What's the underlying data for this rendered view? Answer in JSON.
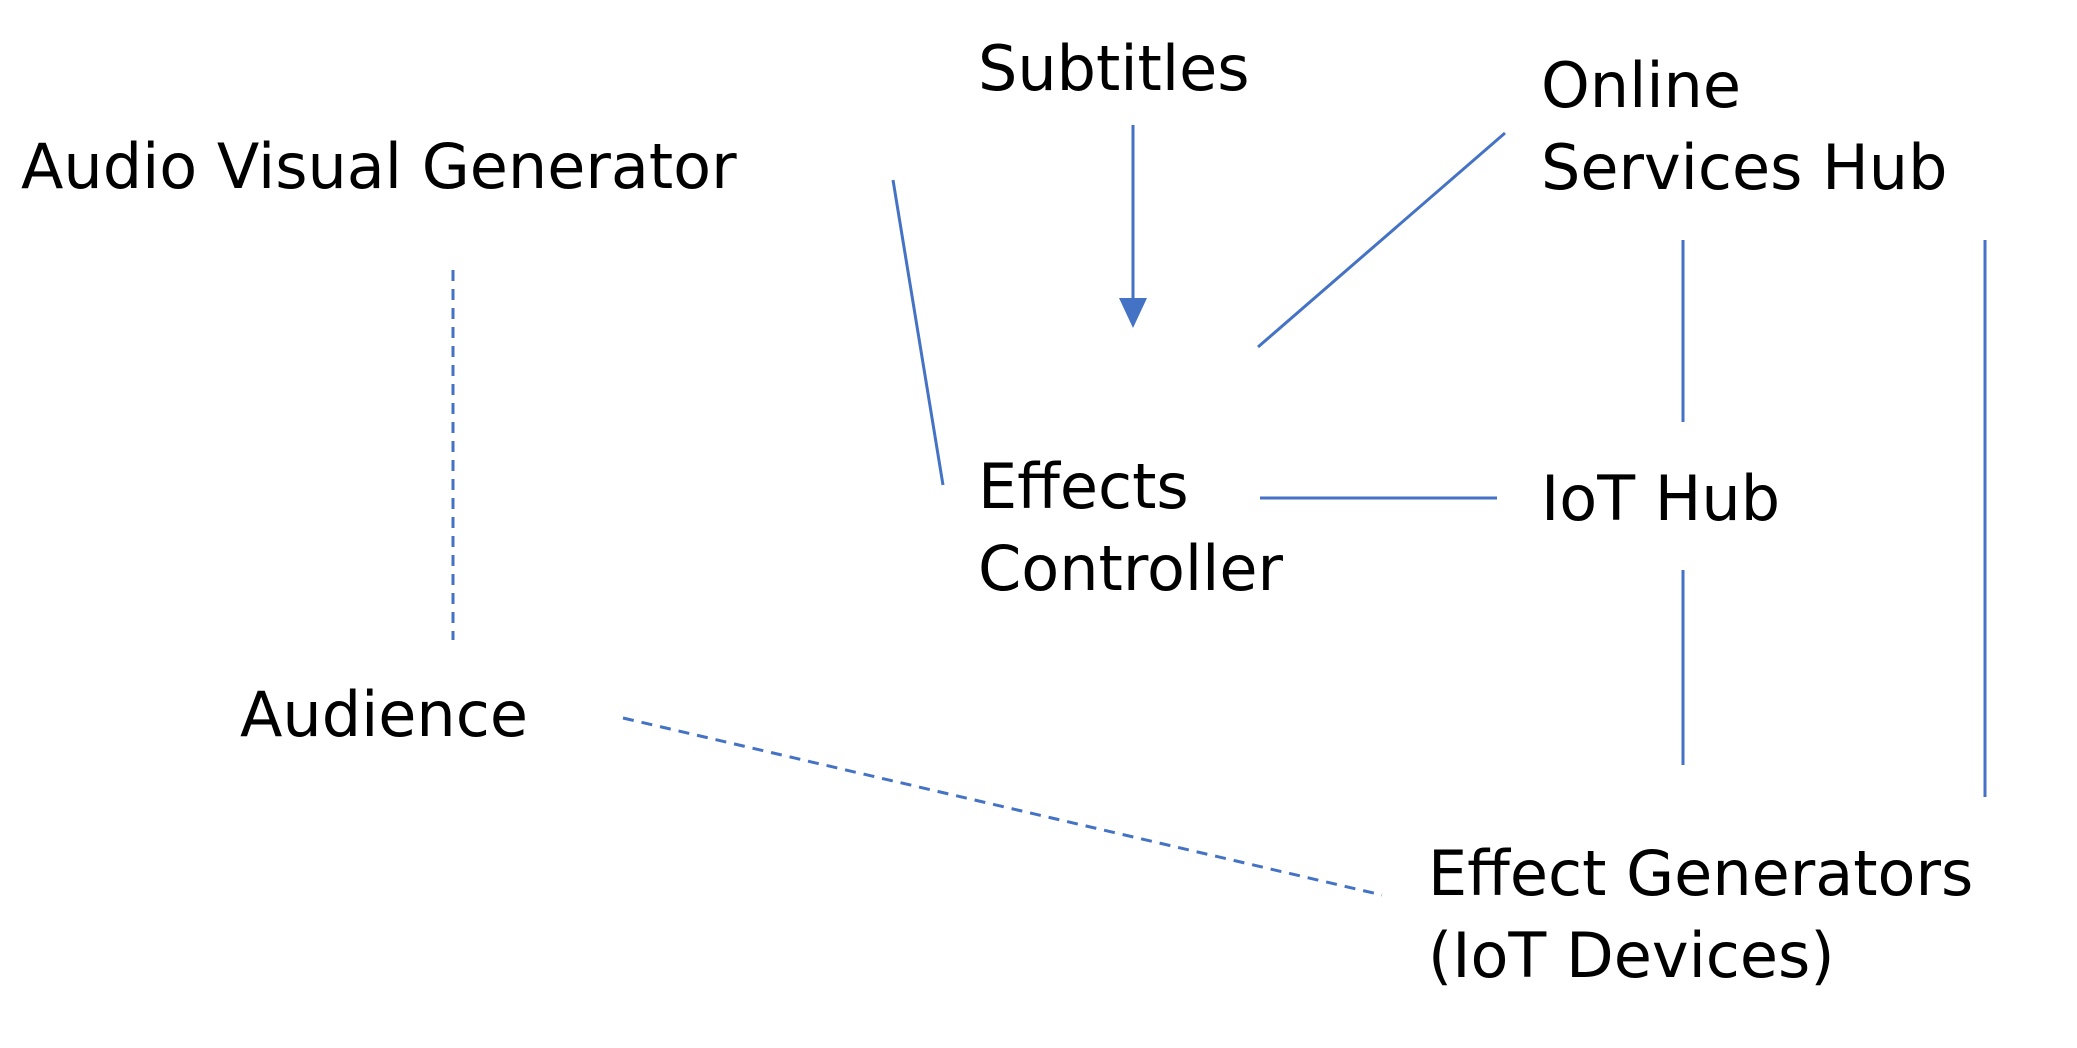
{
  "diagram": {
    "nodes": {
      "audio_visual_generator": {
        "lines": [
          "Audio Visual Generator"
        ]
      },
      "subtitles": {
        "lines": [
          "Subtitles"
        ]
      },
      "online_services_hub": {
        "lines": [
          "Online",
          "Services Hub"
        ]
      },
      "effects_controller": {
        "lines": [
          "Effects",
          "Controller"
        ]
      },
      "iot_hub": {
        "lines": [
          "IoT Hub"
        ]
      },
      "audience": {
        "lines": [
          "Audience"
        ]
      },
      "effect_generators": {
        "lines": [
          "Effect Generators",
          "(IoT Devices)"
        ]
      }
    },
    "connectors": [
      {
        "from": "subtitles",
        "to": "effects_controller",
        "style": "arrow"
      },
      {
        "from": "audio_visual_generator",
        "to": "effects_controller",
        "style": "solid"
      },
      {
        "from": "online_services_hub",
        "to": "effects_controller",
        "style": "solid"
      },
      {
        "from": "effects_controller",
        "to": "iot_hub",
        "style": "solid"
      },
      {
        "from": "online_services_hub",
        "to": "iot_hub",
        "style": "solid"
      },
      {
        "from": "iot_hub",
        "to": "effect_generators",
        "style": "solid"
      },
      {
        "from": "online_services_hub",
        "to": "effect_generators",
        "style": "solid"
      },
      {
        "from": "audio_visual_generator",
        "to": "audience",
        "style": "dashed"
      },
      {
        "from": "audience",
        "to": "effect_generators",
        "style": "dashed"
      }
    ],
    "colors": {
      "line": "#4472c4",
      "text": "#000000",
      "background": "#ffffff"
    }
  }
}
